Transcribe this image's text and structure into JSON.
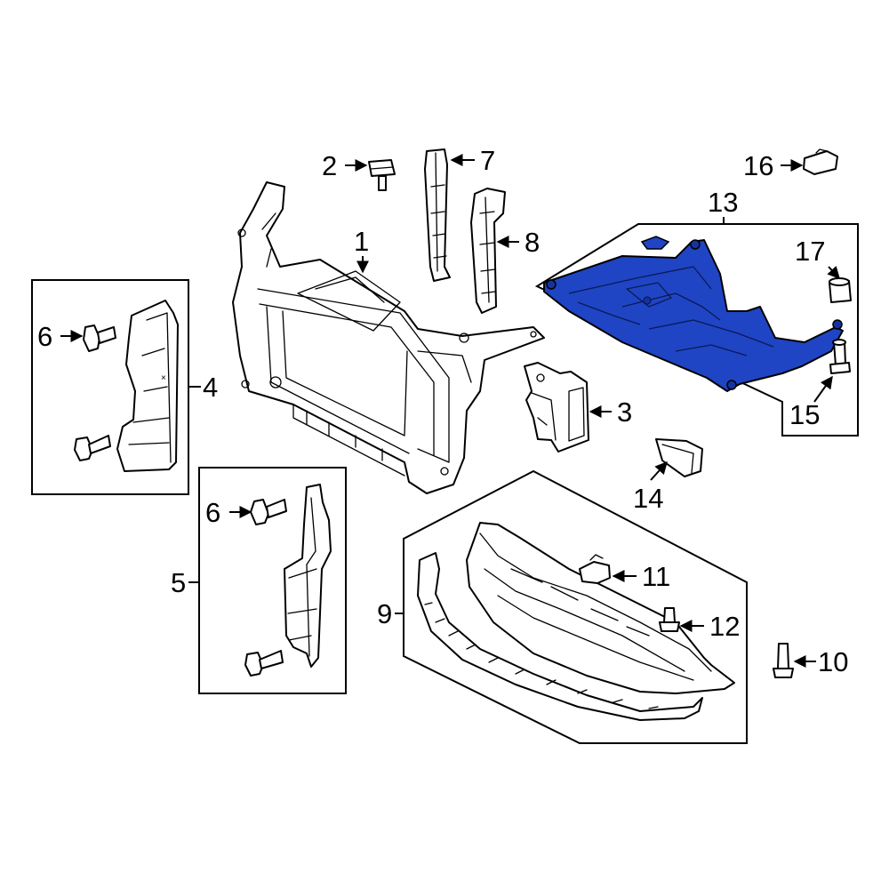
{
  "colors": {
    "highlight": "#1f45c4",
    "highlight_dark": "#1533a0",
    "line": "#000000",
    "background": "#ffffff"
  },
  "callouts": {
    "c1": "1",
    "c2": "2",
    "c3": "3",
    "c4": "4",
    "c5": "5",
    "c6a": "6",
    "c6b": "6",
    "c7": "7",
    "c8": "8",
    "c9": "9",
    "c10": "10",
    "c11": "11",
    "c12": "12",
    "c13": "13",
    "c14": "14",
    "c15": "15",
    "c16": "16",
    "c17": "17"
  },
  "highlighted_part": "13"
}
